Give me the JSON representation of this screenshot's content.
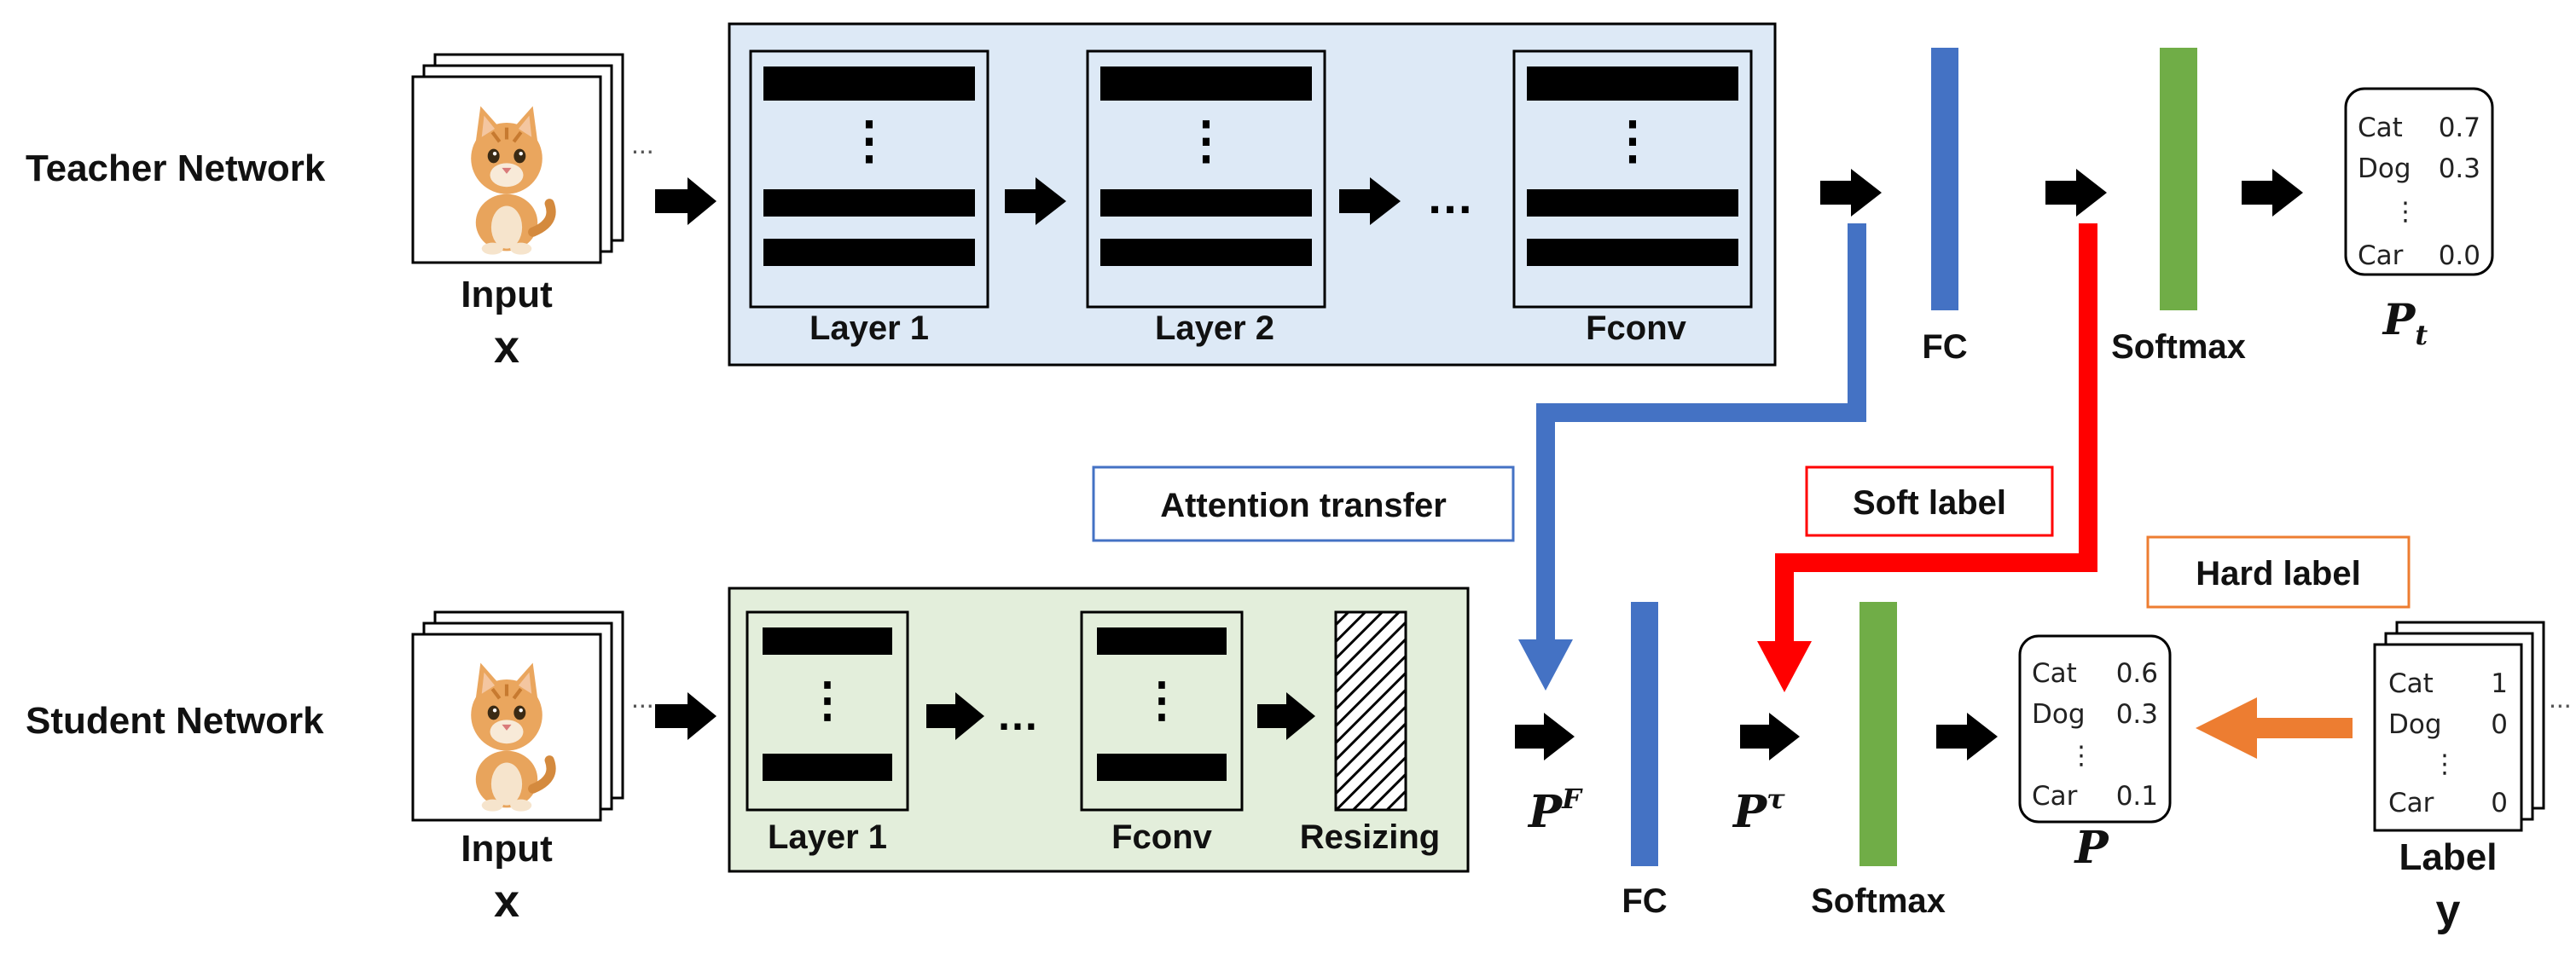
{
  "teacher": {
    "title": "Teacher Network",
    "input_label": "Input",
    "input_var": "x",
    "layers": [
      "Layer 1",
      "Layer 2",
      "Fconv"
    ],
    "fc_label": "FC",
    "softmax_label": "Softmax",
    "output": {
      "rows": [
        {
          "cls": "Cat",
          "val": "0.7"
        },
        {
          "cls": "Dog",
          "val": "0.3"
        },
        {
          "cls": "Car",
          "val": "0.0"
        }
      ],
      "symbol": "P",
      "subscript": "t"
    }
  },
  "student": {
    "title": "Student Network",
    "input_label": "Input",
    "input_var": "x",
    "layers": [
      "Layer 1",
      "Fconv",
      "Resizing"
    ],
    "fc_label": "FC",
    "softmax_label": "Softmax",
    "pf_symbol": "P",
    "pf_superscript": "F",
    "ptau_symbol": "P",
    "ptau_superscript": "τ",
    "output": {
      "rows": [
        {
          "cls": "Cat",
          "val": "0.6"
        },
        {
          "cls": "Dog",
          "val": "0.3"
        },
        {
          "cls": "Car",
          "val": "0.1"
        }
      ],
      "symbol": "P"
    },
    "label": {
      "rows": [
        {
          "cls": "Cat",
          "val": "1"
        },
        {
          "cls": "Dog",
          "val": "0"
        },
        {
          "cls": "Car",
          "val": "0"
        }
      ],
      "title": "Label",
      "var": "y"
    }
  },
  "transfers": {
    "attention": "Attention transfer",
    "soft": "Soft label",
    "hard": "Hard label"
  },
  "colors": {
    "teacher_box": "#dde9f6",
    "student_box": "#e3eedb",
    "fc": "#4472c4",
    "softmax": "#70ad47",
    "attention_arrow": "#4472c4",
    "soft_arrow": "#ff0000",
    "hard_arrow": "#ed7d31"
  }
}
